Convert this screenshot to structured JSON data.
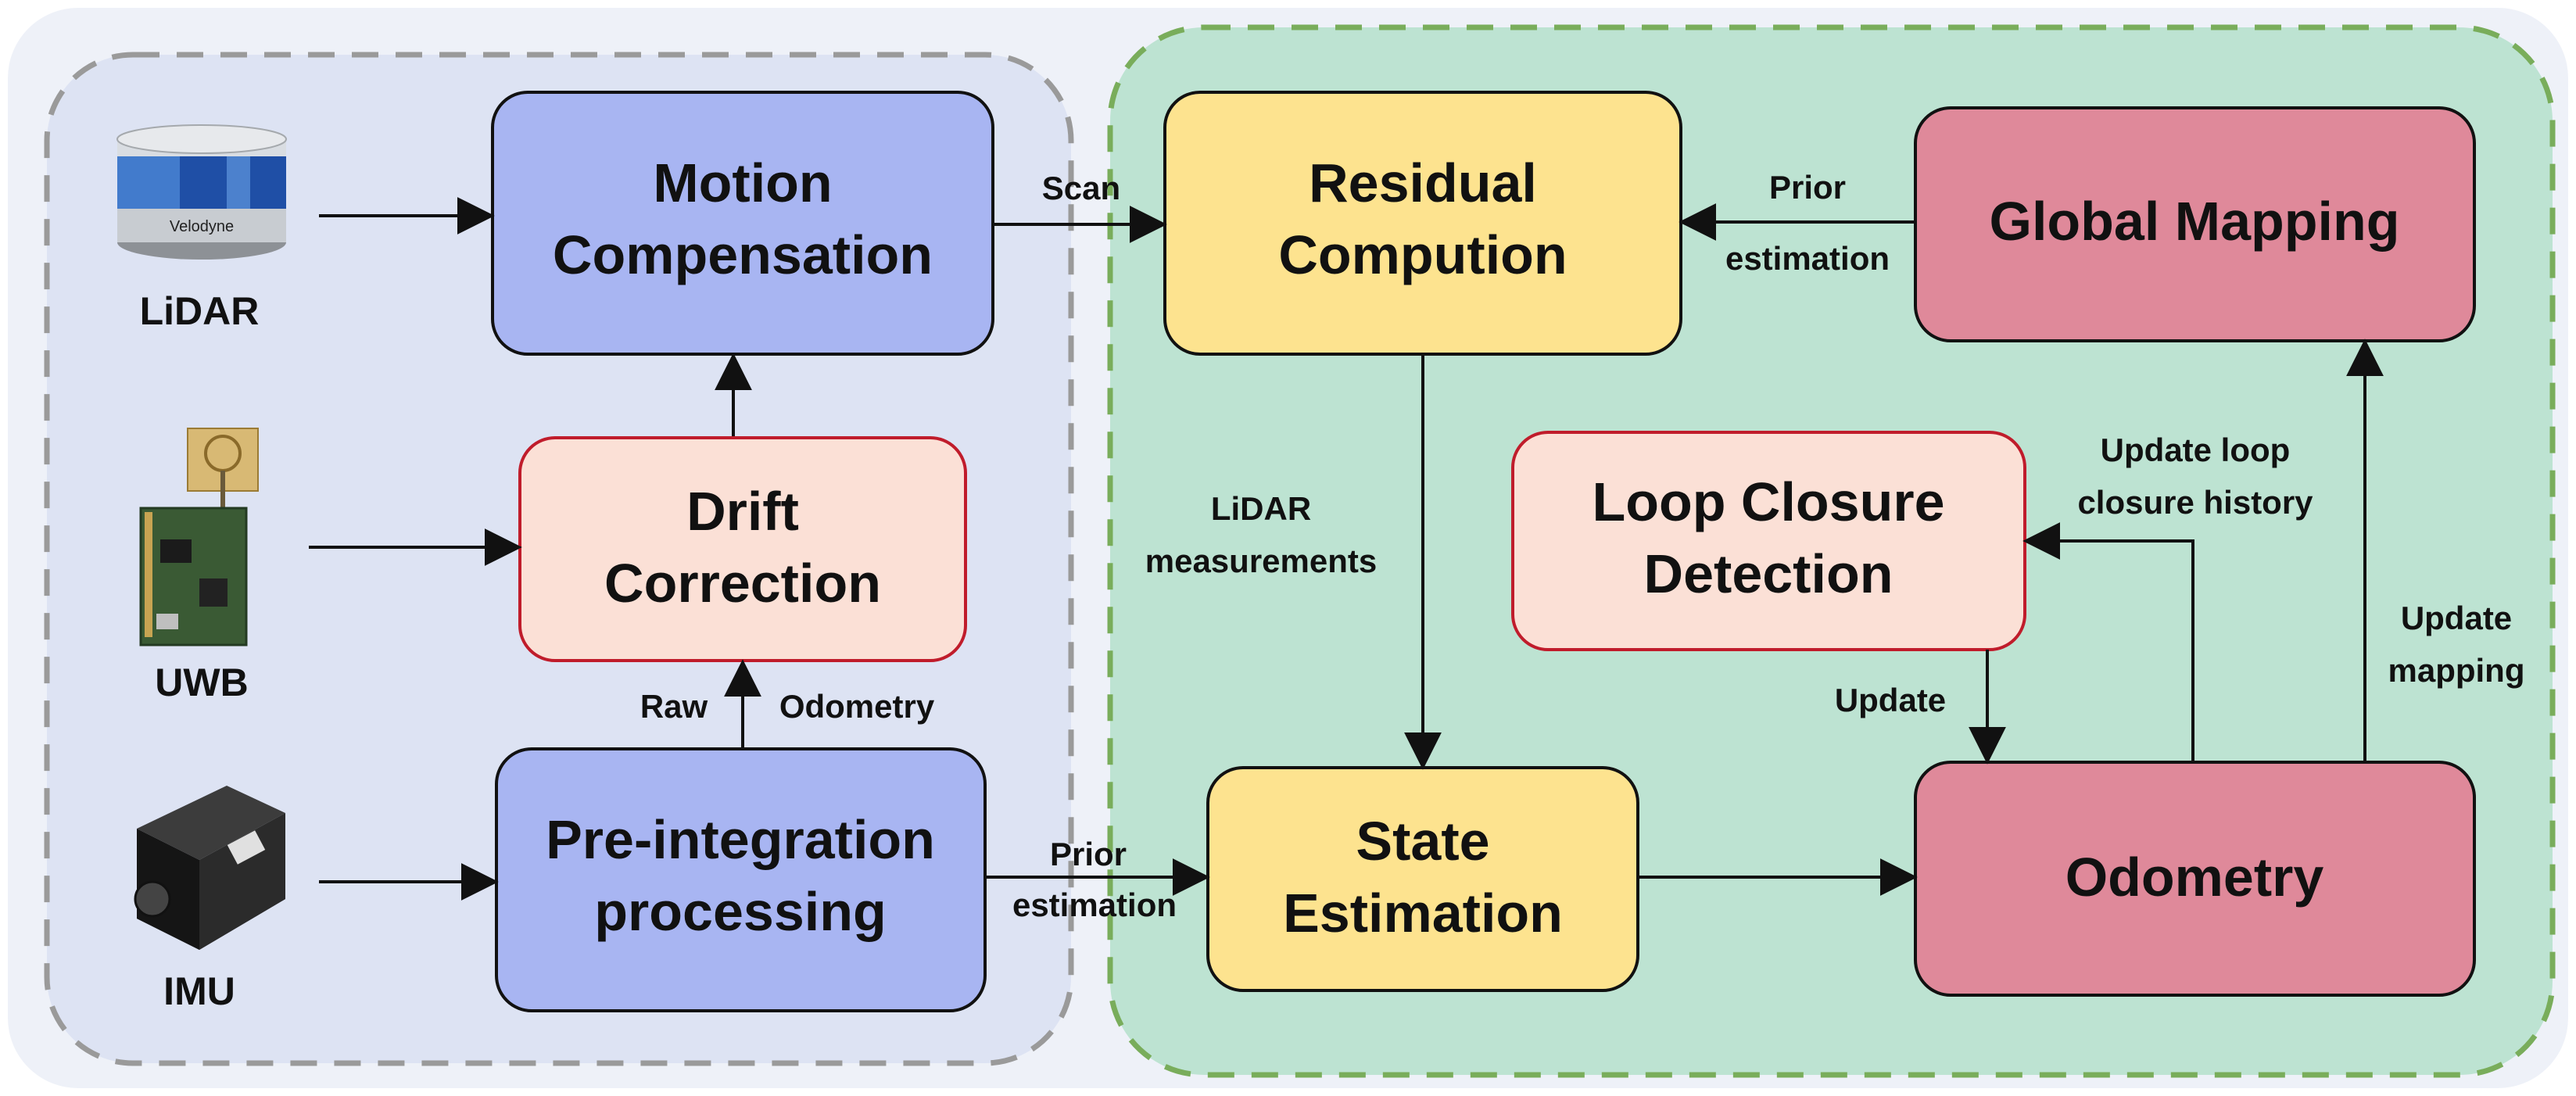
{
  "devices": {
    "lidar": "LiDAR",
    "uwb": "UWB",
    "imu": "IMU",
    "lidar_brand": "Velodyne"
  },
  "boxes": {
    "motion_compensation": [
      "Motion",
      "Compensation"
    ],
    "drift_correction": [
      "Drift",
      "Correction"
    ],
    "preintegration": [
      "Pre-integration",
      "processing"
    ],
    "residual": [
      "Residual",
      "Compution"
    ],
    "state_estimation": [
      "State",
      "Estimation"
    ],
    "global_mapping": [
      "Global Mapping"
    ],
    "loop_closure": [
      "Loop Closure",
      "Detection"
    ],
    "odometry": [
      "Odometry"
    ]
  },
  "edge_labels": {
    "scan": "Scan",
    "prior_estimation_top": [
      "Prior",
      "estimation"
    ],
    "raw": "Raw",
    "odometry_edge": "Odometry",
    "prior_estimation_bottom": [
      "Prior",
      "estimation"
    ],
    "lidar_measurements": [
      "LiDAR",
      "measurements"
    ],
    "update": "Update",
    "update_loop": [
      "Update loop",
      "closure history"
    ],
    "update_mapping": [
      "Update",
      "mapping"
    ]
  },
  "colors": {
    "left_region_fill": "#dde3f3",
    "right_region_fill": "#bde3d2",
    "blue_box": "#a8b5f2",
    "pink_box": "#fbe0d6",
    "yellow_box": "#fde38f",
    "red_box": "#df899a"
  }
}
